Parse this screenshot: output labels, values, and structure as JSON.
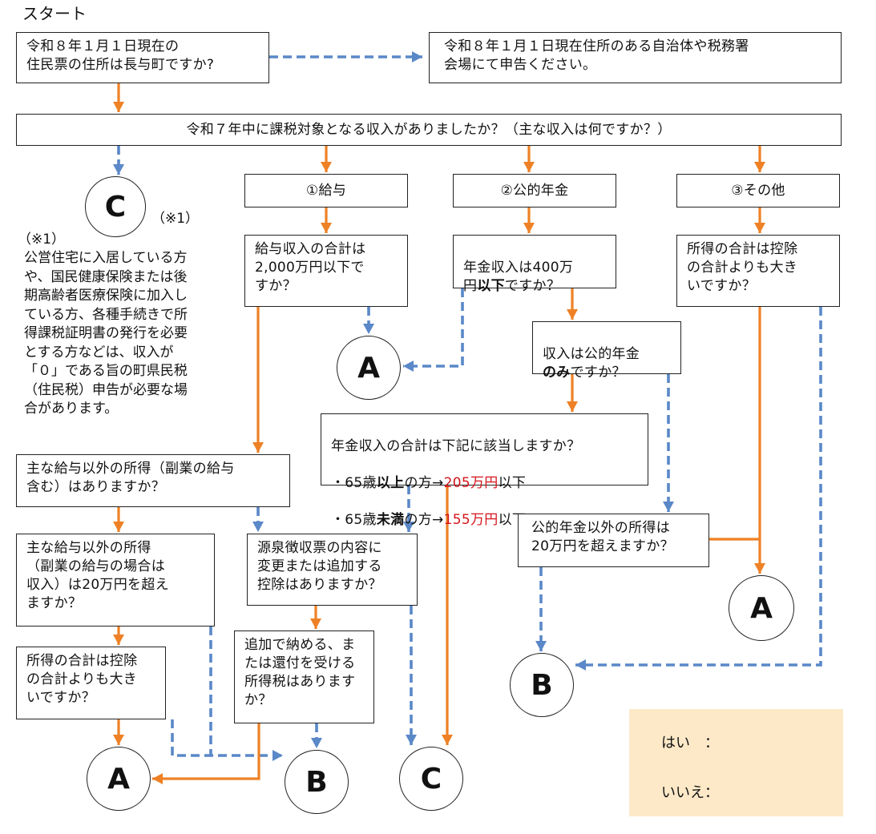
{
  "title": "スタート",
  "colors": {
    "yes": "#ee8125",
    "no": "#5a88c8",
    "legend_bg": "#fde9c8",
    "highlight": "#d4141c"
  },
  "nodes": {
    "q_address": "令和８年１月１日現在の\n住民票の住所は長与町ですか?",
    "r_other_municipality": "令和８年１月１日現在住所のある自治体や税務署\n会場にて申告ください。",
    "q_taxable_income": "令和７年中に課税対象となる収入がありましたか？（主な収入は何ですか？）",
    "cat_salary": "①給与",
    "cat_pension": "②公的年金",
    "cat_other": "③その他",
    "q_salary_total": "給与収入の合計は\n2,000万円以下で\nすか？",
    "q_pension_400": {
      "pre": "年金収入は400万\n円",
      "bold": "以下",
      "post": "ですか？"
    },
    "q_pension_only": {
      "bold": "のみ",
      "pre": "収入は公的年金\n",
      "post": "ですか？"
    },
    "q_pension_threshold": {
      "line1": "年金収入の合計は下記に該当しますか？",
      "line2_pre": "・65歳",
      "line2_bold": "以上",
      "line2_mid": "の方→",
      "line2_red": "205万円",
      "line2_post": "以下",
      "line3_pre": "・65歳",
      "line3_bold": "未満",
      "line3_mid": "の方→",
      "line3_red": "155万円",
      "line3_post": "以下"
    },
    "q_other_income_total": "所得の合計は控除\nの合計よりも大き\nいですか？",
    "q_side_income": "主な給与以外の所得（副業の給与\n含む）はありますか？",
    "q_side_income_20": "主な給与以外の所得\n（副業の給与の場合は\n収入）は20万円を超え\nますか？",
    "q_withholding_change": "源泉徴収票の内容に\n変更または追加する\n控除はありますか？",
    "q_non_pension_20": "公的年金以外の所得は\n20万円を超えますか？",
    "q_income_vs_deduction": "所得の合計は控除\nの合計よりも大き\nいですか？",
    "q_additional_tax": "追加で納める、ま\nたは還付を受ける\n所得税はありますか？"
  },
  "outcomes": {
    "A": "A",
    "B": "B",
    "C": "C"
  },
  "note_marker": "（※1）",
  "note": {
    "heading": "（※1）",
    "text": "公営住宅に入居している方\nや、国民健康保険または後\n期高齢者医療保険に加入し\nている方、各種手続きで所\n得課税証明書の発行を必要\nとする方などは、収入が\n「０」である旨の町県民税\n（住民税）申告が必要な場\n合があります。"
  },
  "legend": {
    "yes_label": "はい　：",
    "no_label": "いいえ："
  }
}
